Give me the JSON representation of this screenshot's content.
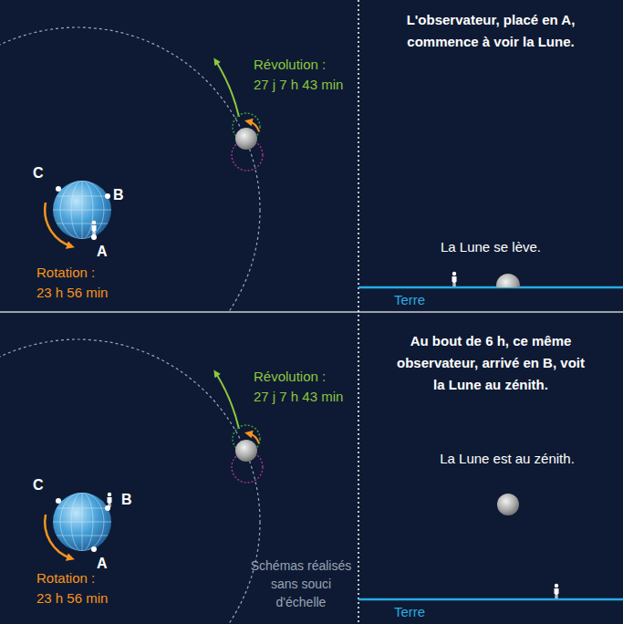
{
  "diagram": {
    "labels": [
      "L'observateur, placé en A, commence à voir la Lune.",
      "Révolution :",
      "27 j 7 h 43 min",
      "C",
      "B",
      "A",
      "Rotation :",
      "23 h 56 min",
      "La Lune se lève.",
      "Terre",
      "Au bout de 6 h, ce même observateur, arrivé en B, voit la Lune au zénith.",
      "Révolution :",
      "27 j 7 h 43 min",
      "C",
      "B",
      "A",
      "Rotation :",
      "23 h 56 min",
      "La Lune est au zénith.",
      "Schémas réalisés sans souci d'échelle",
      "Terre"
    ]
  }
}
